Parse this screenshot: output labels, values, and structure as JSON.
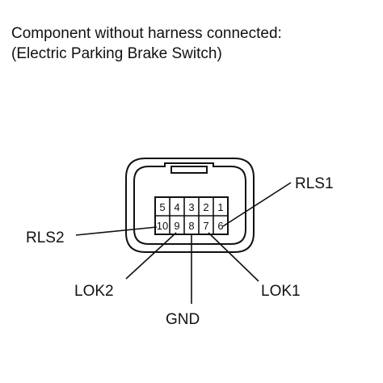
{
  "title": {
    "line1": "Component without harness connected:",
    "line2": "(Electric Parking Brake Switch)"
  },
  "connector": {
    "top_row": [
      "5",
      "4",
      "3",
      "2",
      "1"
    ],
    "bottom_row": [
      "10",
      "9",
      "8",
      "7",
      "6"
    ]
  },
  "labels": {
    "rls1": "RLS1",
    "rls2": "RLS2",
    "lok2": "LOK2",
    "gnd": "GND",
    "lok1": "LOK1"
  }
}
